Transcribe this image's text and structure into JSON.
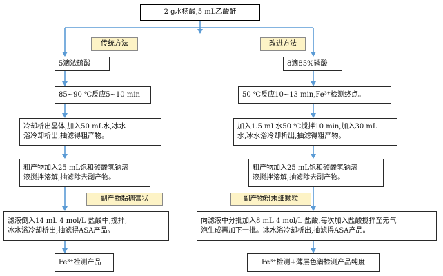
{
  "title": "2 g水杨酸,5 mL乙酸酐",
  "left": {
    "label": "传统方法",
    "step1": "5滴浓硫酸",
    "step2": "85~90 ℃反应5~10 min",
    "step3": [
      "冷却析出晶体,加入50 mL水,冰水",
      "浴冷却析出,抽滤得粗产物。"
    ],
    "step4": [
      "粗产物加入25 mL饱和碳酸氢钠溶",
      "液搅拌溶解,抽滤除去副产物。"
    ],
    "side_label": "副产物黏稠膏状",
    "step5": [
      "滤液倒入14 mL  4 mol/L 盐酸中,搅拌,",
      "冰水浴冷却析出,抽滤得ASA产品。"
    ],
    "step6": "Fe³⁺检测产品"
  },
  "right": {
    "label": "改进方法",
    "step1": "8滴85%磷酸",
    "step2": "50 ℃反应10~13 min,Fe³⁺检测终点。",
    "step3": [
      "加入1.5 mL水50 ℃搅拌10 min,加入30 mL",
      "水,冰水浴冷却析出,抽滤得粗产物。"
    ],
    "step4": [
      "粗产物加入25 mL饱和碳酸氢钠溶",
      "液搅拌溶解,抽滤除去副产物。"
    ],
    "side_label": "副产物粉末细颗粒",
    "step5": [
      "向滤液中分批加入8 mL  4 mol/L 盐酸,每次加入盐酸搅拌至无气",
      "泡生成再加下一批。冰水浴冷却析出,抽滤得ASA产品。"
    ],
    "step6": "Fe³⁺检测+薄层色谱检测产品纯度"
  },
  "colors": {
    "arrow": "#5b9bd5",
    "tag_fill": "#fdf3c6"
  }
}
